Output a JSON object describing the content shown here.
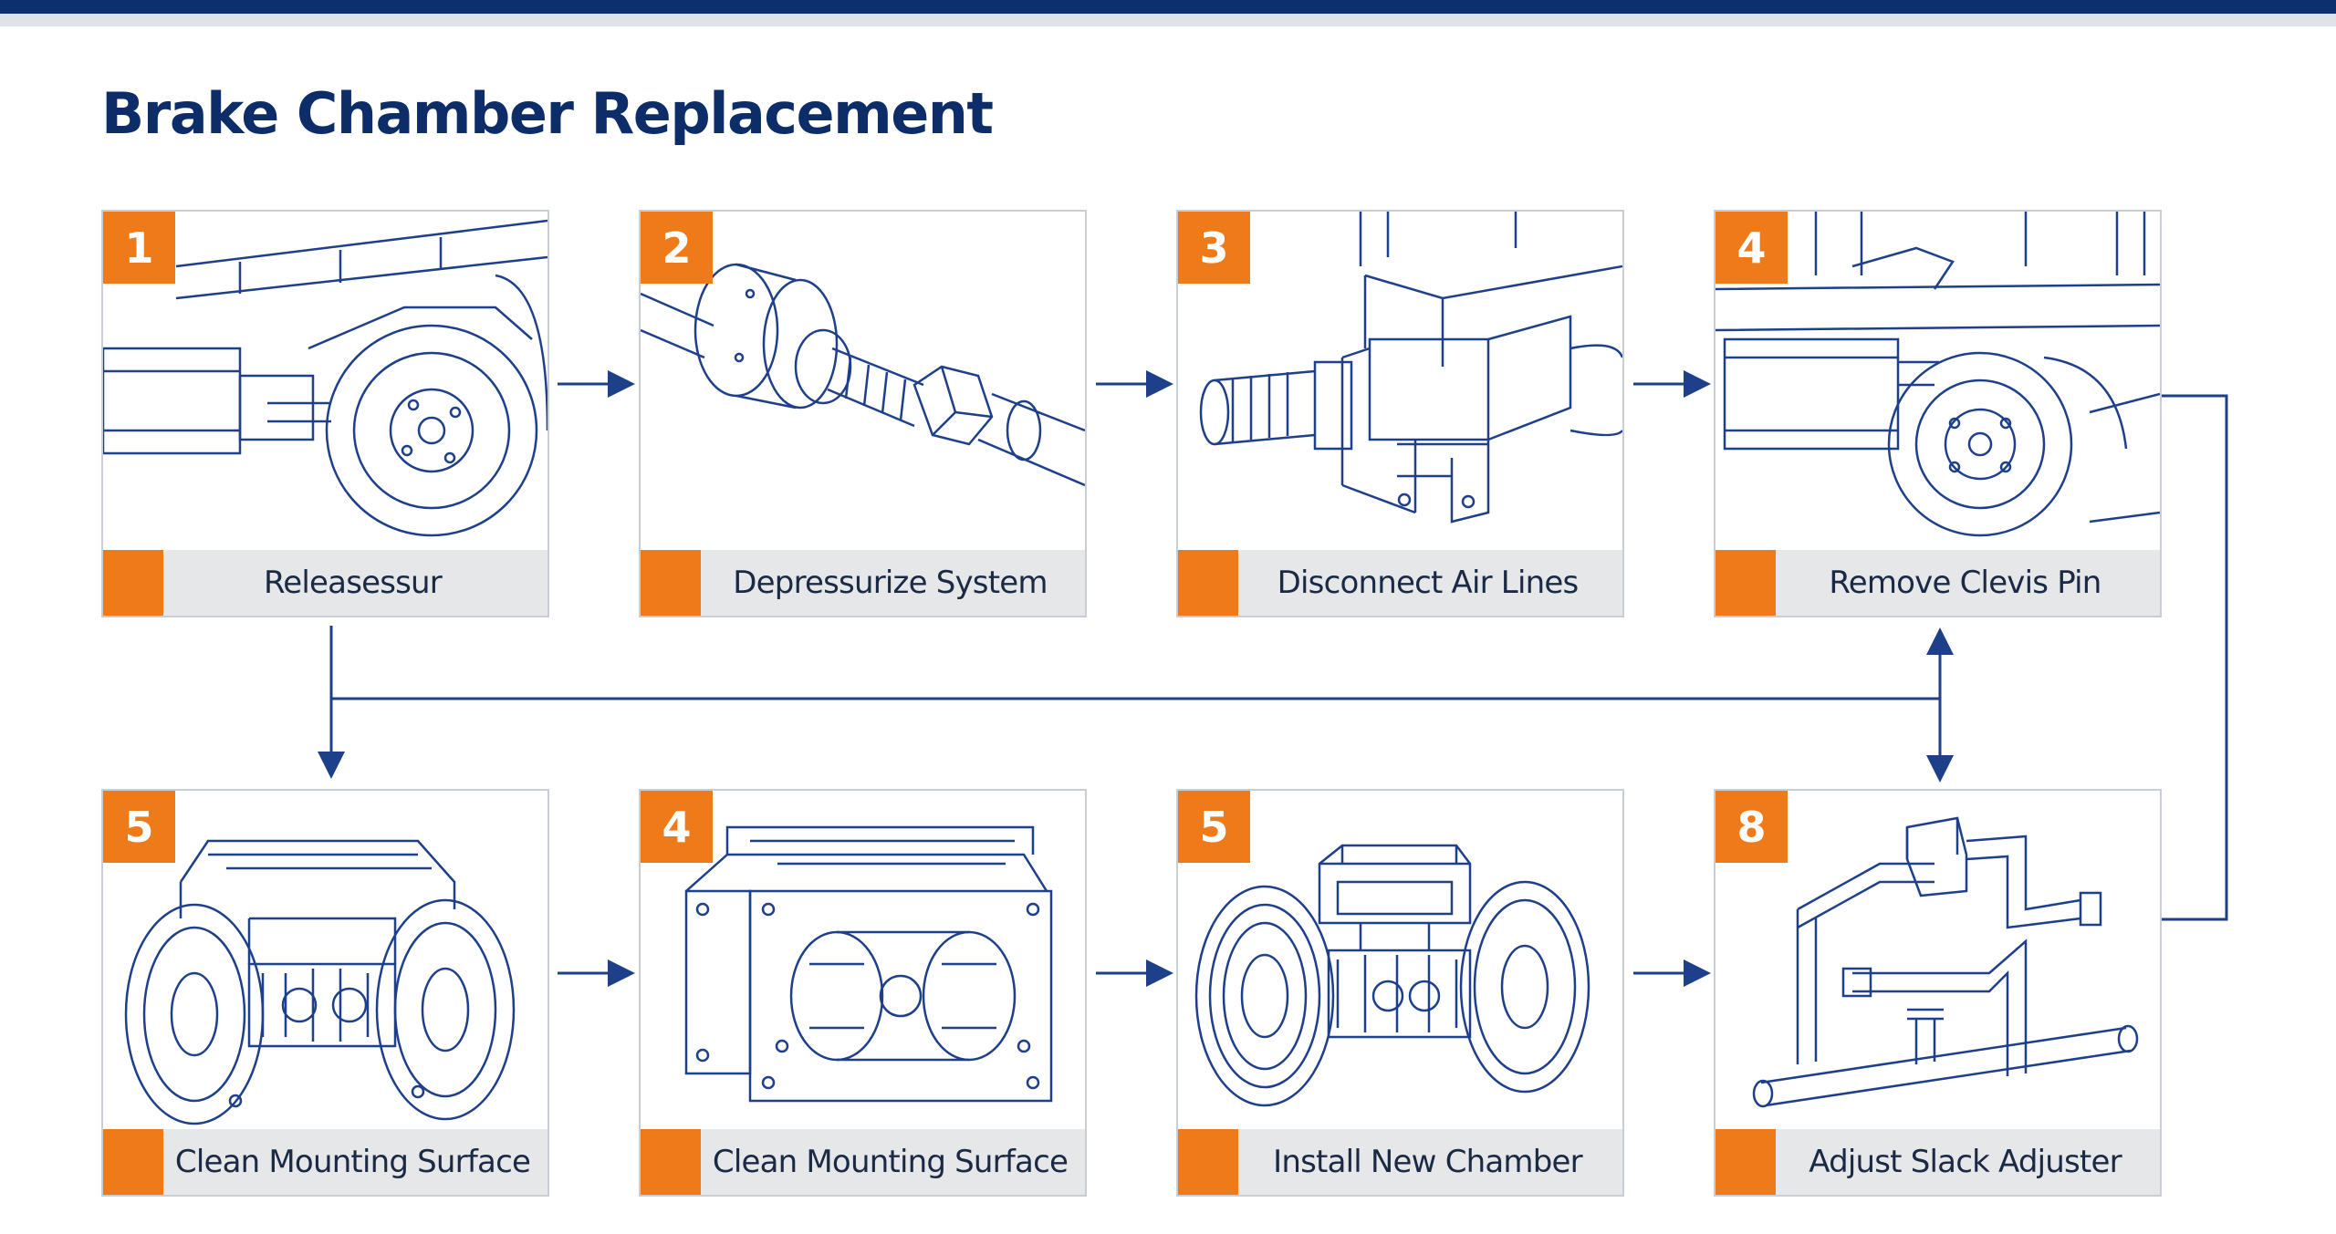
{
  "title": "Brake Chamber Replacement",
  "colors": {
    "navy": "#0d2f6e",
    "accent": "#ef7a1a",
    "line": "#1e3f8a"
  },
  "steps": [
    {
      "number": "1",
      "label": "Releasessur",
      "illustration": "truck-chassis-wheel"
    },
    {
      "number": "2",
      "label": "Depressurize System",
      "illustration": "air-line-fitting"
    },
    {
      "number": "3",
      "label": "Disconnect Air Lines",
      "illustration": "bracket-threaded-fitting"
    },
    {
      "number": "4",
      "label": "Remove Clevis Pin",
      "illustration": "truck-undercarriage"
    },
    {
      "number": "5",
      "label": "Clean Mounting Surface",
      "illustration": "axle-brake-assembly"
    },
    {
      "number": "4",
      "label": "Clean Mounting Surface",
      "illustration": "brake-chamber-housing"
    },
    {
      "number": "5",
      "label": "Install New Chamber",
      "illustration": "axle-with-new-chamber"
    },
    {
      "number": "8",
      "label": "Adjust Slack Adjuster",
      "illustration": "pipe-valve-assembly"
    }
  ]
}
